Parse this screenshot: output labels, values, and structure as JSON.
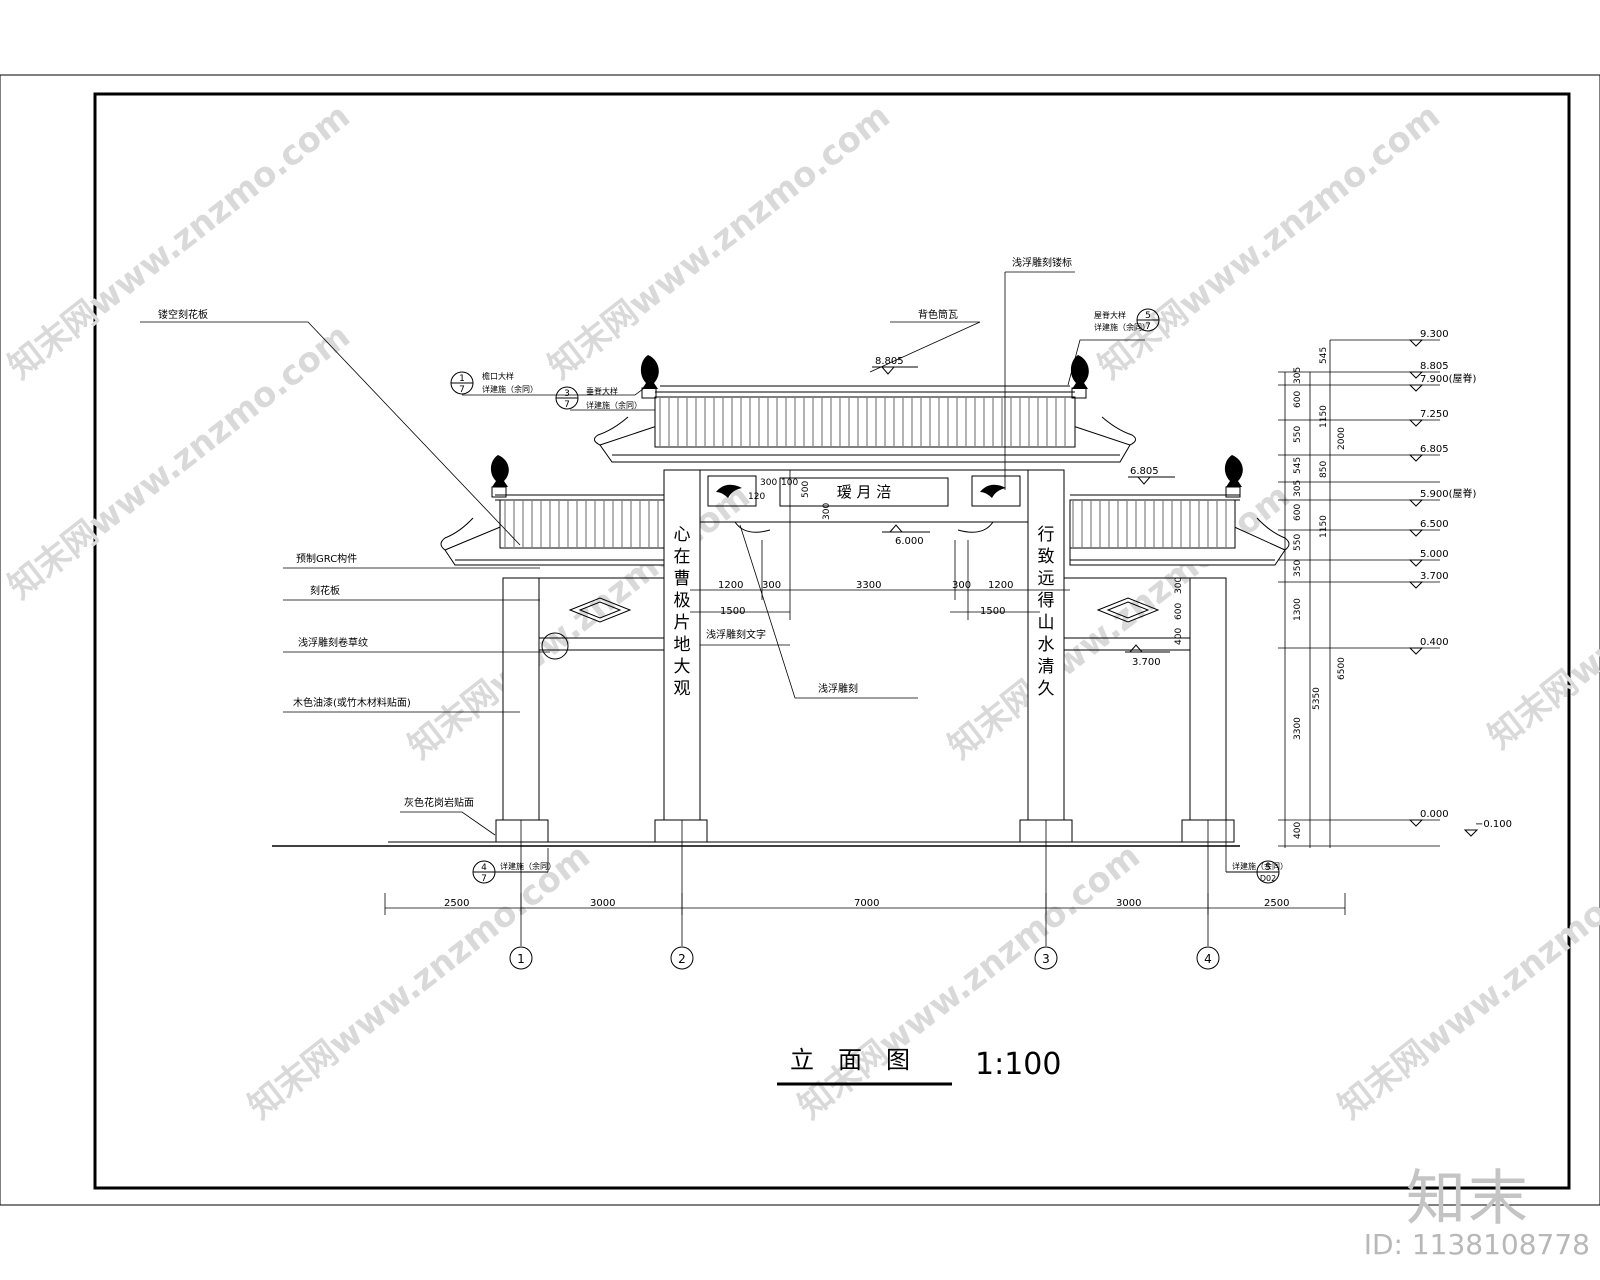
{
  "title": {
    "text": "立　面　图",
    "scale": "1:100"
  },
  "callouts": {
    "hollow_panel": "镂空刻花板",
    "grc": "预制GRC构件",
    "carved_board": "刻花板",
    "relief_grass": "浅浮雕刻卷草纹",
    "wood_paint": "木色油漆(或竹木材料贴面)",
    "grey_stone": "灰色花岗岩贴面",
    "relief_text": "浅浮雕刻文字",
    "relief_carving": "浅浮雕刻",
    "relief_emblem": "浅浮雕刻镂标",
    "ridge": "背色筒瓦",
    "eave_detail_top": "檐口大样",
    "detail_note": "详建施（余同）",
    "top_detail": "屋脊大样",
    "mid_detail": "垂脊大样",
    "base_detail": "详建施（余同）",
    "base_detail_r": "详建施（余同）"
  },
  "detail_markers": {
    "m1_num": "1",
    "m1_den": "7",
    "m2_num": "3",
    "m2_den": "7",
    "m3_num": "5",
    "m3_den": "7",
    "m4_num": "4",
    "m4_den": "7",
    "m5_num": "5",
    "m5_den": "D02"
  },
  "plaque": "瑷 月 涪",
  "couplet_left": [
    "心",
    "在",
    "曹",
    "极",
    "片",
    "地",
    "大",
    "观"
  ],
  "couplet_right": [
    "行",
    "致",
    "远",
    "得",
    "山",
    "水",
    "清",
    "久"
  ],
  "elevations": {
    "top": "8.805",
    "side": "6.805",
    "beam": "6.000",
    "lower": "3.700"
  },
  "right_levels": [
    "9.300",
    "8.805",
    "7.900(屋脊)",
    "7.250",
    "6.805",
    "5.900(屋脊)",
    "6.500",
    "5.000",
    "3.700",
    "0.400",
    "0.000",
    "−0.100"
  ],
  "right_dims_a": [
    "305",
    "600",
    "550",
    "545",
    "305",
    "600",
    "550",
    "350",
    "1300",
    "3300",
    "400"
  ],
  "right_dims_b": [
    "545",
    "1150",
    "850",
    "1150"
  ],
  "right_dims_c": [
    "2000",
    "5350",
    "6500"
  ],
  "inner_dims": {
    "w1200a": "1200",
    "w300a": "300",
    "w3300": "3300",
    "w300b": "300",
    "w1200b": "1200",
    "w1500a": "1500",
    "w1500b": "1500",
    "h300": "300",
    "h100": "100",
    "h120": "120",
    "h500": "500",
    "h300b": "300",
    "h300c": "300",
    "h600": "600",
    "h400": "400"
  },
  "bottom_dims": [
    "2500",
    "3000",
    "7000",
    "3000",
    "2500"
  ],
  "axes": [
    "1",
    "2",
    "3",
    "4"
  ],
  "watermarks": [
    "知末网www.znzmo.com"
  ],
  "brand": "知末",
  "image_id": "ID: 1138108778"
}
